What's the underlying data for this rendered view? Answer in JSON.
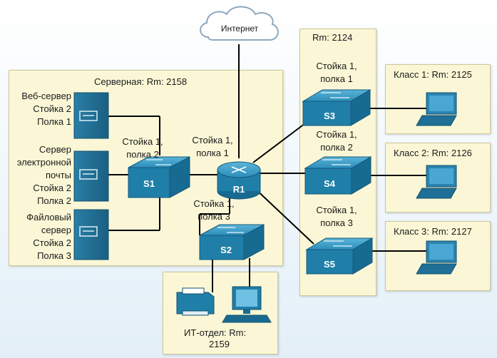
{
  "internet": "Интернет",
  "rooms": {
    "server": "Серверная: Rm: 2158",
    "mid": "Rm: 2124",
    "class1": "Класс 1: Rm: 2125",
    "class2": "Класс 2: Rm: 2126",
    "class3": "Класс 3: Rm: 2127",
    "it_line1": "ИТ-отдел: Rm:",
    "it_line2": "2159"
  },
  "servers": {
    "web": [
      "Веб-сервер",
      "Стойка 2",
      "Полка 1"
    ],
    "mail": [
      "Сервер",
      "электронной",
      "почты",
      "Стойка 2",
      "Полка 2"
    ],
    "file": [
      "Файловый",
      "сервер",
      "Стойка 2",
      "Полка 3"
    ]
  },
  "rack_labels": {
    "s1": [
      "Стойка 1,",
      "полка 2"
    ],
    "r1": [
      "Стойка 1,",
      "полка 1"
    ],
    "s2": [
      "Стойка 1,",
      "полка 3"
    ],
    "s3": [
      "Стойка 1,",
      "полка 1"
    ],
    "s4": [
      "Стойка 1,",
      "полка 2"
    ],
    "s5": [
      "Стойка 1,",
      "полка 3"
    ]
  },
  "devices": {
    "s1": "S1",
    "s2": "S2",
    "s3": "S3",
    "s4": "S4",
    "s5": "S5",
    "r1": "R1"
  },
  "colors": {
    "device": "#1f7fa8",
    "device_top": "#3a9fc8",
    "room": "#fbf7d6",
    "link": "#000000"
  }
}
